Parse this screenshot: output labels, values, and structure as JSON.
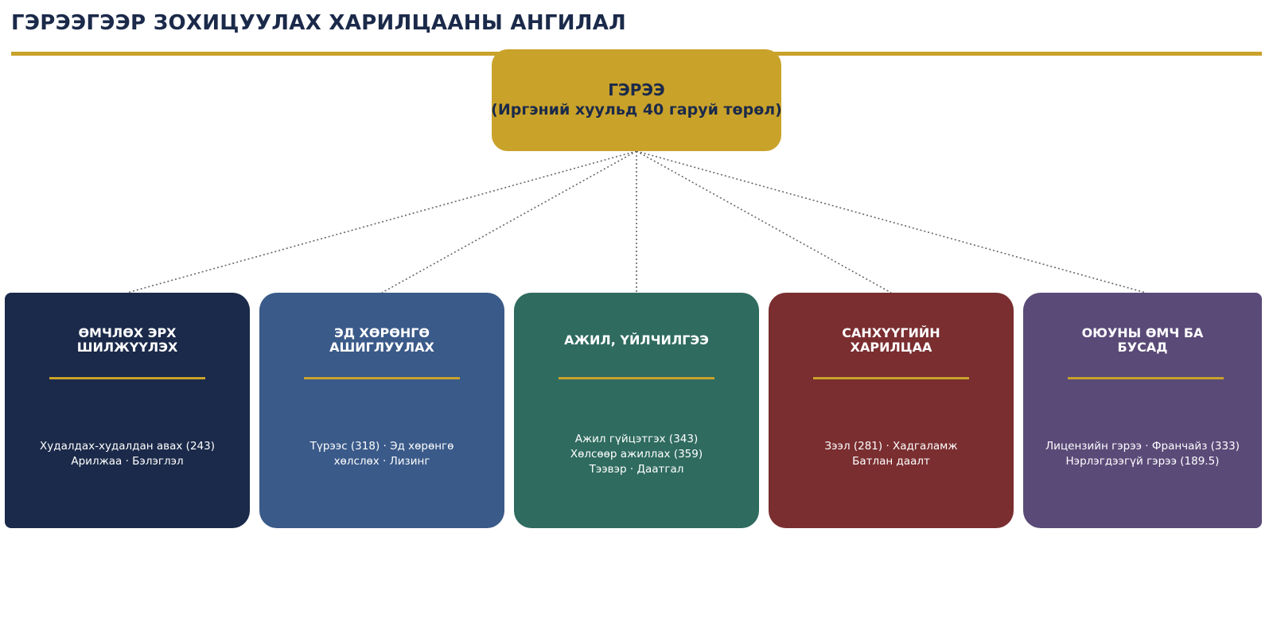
{
  "page": {
    "title": "ГЭРЭЭГЭЭР ЗОХИЦУУЛАХ ХАРИЛЦААНЫ АНГИЛАЛ"
  },
  "root": {
    "line1": "ГЭРЭЭ",
    "line2": "(Иргэний хуульд 40 гаруй төрөл)",
    "color": "#c9a22a"
  },
  "categories": [
    {
      "title": "ӨМЧЛӨХ ЭРХ\nШИЛЖҮҮЛЭХ",
      "items": "Худалдах-худалдан авах (243)\nАрилжаа · Бэлэглэл",
      "color": "#1b2a4a"
    },
    {
      "title": "ЭД ХӨРӨНГӨ\nАШИГЛУУЛАХ",
      "items": "Түрээс (318) · Эд хөрөнгө\nхөлслөх · Лизинг",
      "color": "#3a5a89"
    },
    {
      "title": "АЖИЛ, ҮЙЛЧИЛГЭЭ",
      "items": "Ажил гүйцэтгэх (343)\nХөлсөөр ажиллах (359)\nТээвэр · Даатгал",
      "color": "#2f6b5f"
    },
    {
      "title": "САНХҮҮГИЙН\nХАРИЛЦАА",
      "items": "Зээл (281) · Хадгаламж\nБатлан даалт",
      "color": "#7a2e30"
    },
    {
      "title": "ОЮУНЫ ӨМЧ БА\nБУСАД",
      "items": "Лицензийн гэрээ · Франчайз (333)\nНэрлэгдээгүй гэрээ (189.5)",
      "color": "#5a4a78"
    }
  ],
  "accent_color": "#c9a22a",
  "title_color": "#1b2a4a"
}
